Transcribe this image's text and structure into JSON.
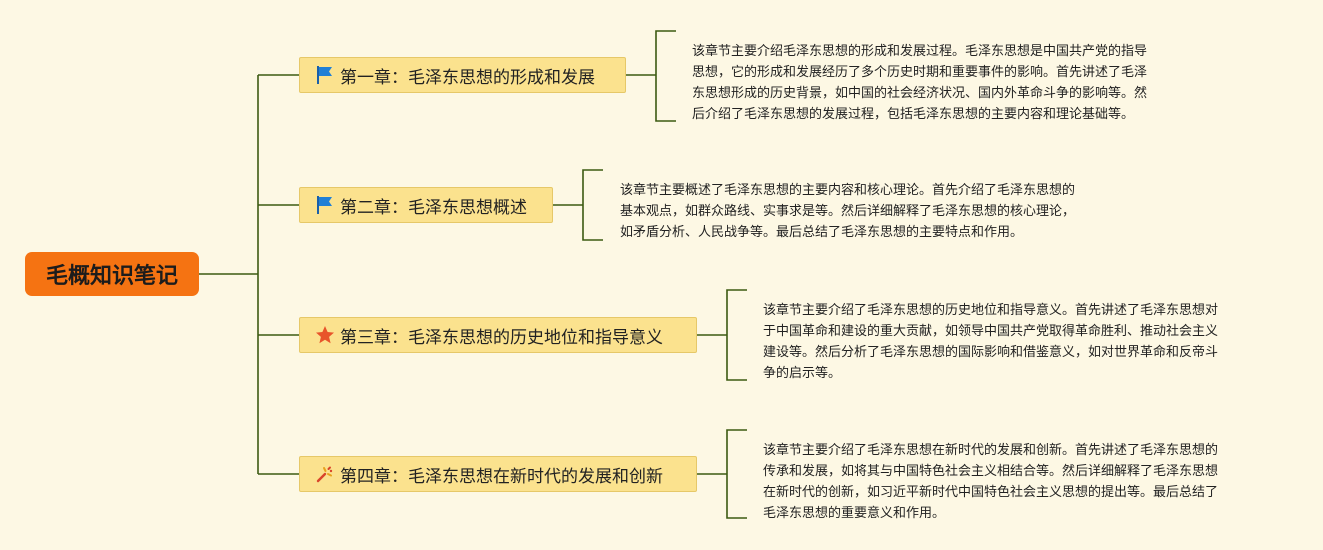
{
  "root": {
    "title": "毛概知识笔记"
  },
  "chapters": [
    {
      "icon": "blue-flag-icon",
      "title": "第一章：毛泽东思想的形成和发展",
      "description": [
        "该章节主要介绍毛泽东思想的形成和发展过程。毛泽东思想是中国共产党的指导",
        "思想，它的形成和发展经历了多个历史时期和重要事件的影响。首先讲述了毛泽",
        "东思想形成的历史背景，如中国的社会经济状况、国内外革命斗争的影响等。然",
        "后介绍了毛泽东思想的发展过程，包括毛泽东思想的主要内容和理论基础等。"
      ]
    },
    {
      "icon": "blue-flag-icon",
      "title": "第二章：毛泽东思想概述",
      "description": [
        "该章节主要概述了毛泽东思想的主要内容和核心理论。首先介绍了毛泽东思想的",
        "基本观点，如群众路线、实事求是等。然后详细解释了毛泽东思想的核心理论，",
        "如矛盾分析、人民战争等。最后总结了毛泽东思想的主要特点和作用。"
      ]
    },
    {
      "icon": "orange-star-icon",
      "title": "第三章：毛泽东思想的历史地位和指导意义",
      "description": [
        "该章节主要介绍了毛泽东思想的历史地位和指导意义。首先讲述了毛泽东思想对",
        "于中国革命和建设的重大贡献，如领导中国共产党取得革命胜利、推动社会主义",
        "建设等。然后分析了毛泽东思想的国际影响和借鉴意义，如对世界革命和反帝斗",
        "争的启示等。"
      ]
    },
    {
      "icon": "party-popper-icon",
      "title": "第四章：毛泽东思想在新时代的发展和创新",
      "description": [
        "该章节主要介绍了毛泽东思想在新时代的发展和创新。首先讲述了毛泽东思想的",
        "传承和发展，如将其与中国特色社会主义相结合等。然后详细解释了毛泽东思想",
        "在新时代的创新，如习近平新时代中国特色社会主义思想的提出等。最后总结了",
        "毛泽东思想的重要意义和作用。"
      ]
    }
  ],
  "colors": {
    "background": "#fdf8e4",
    "root": "#f57312",
    "chapter_fill": "#fbe28e",
    "connector": "#3d5a12",
    "flag": "#1f7fd6",
    "star": "#e8542a"
  }
}
